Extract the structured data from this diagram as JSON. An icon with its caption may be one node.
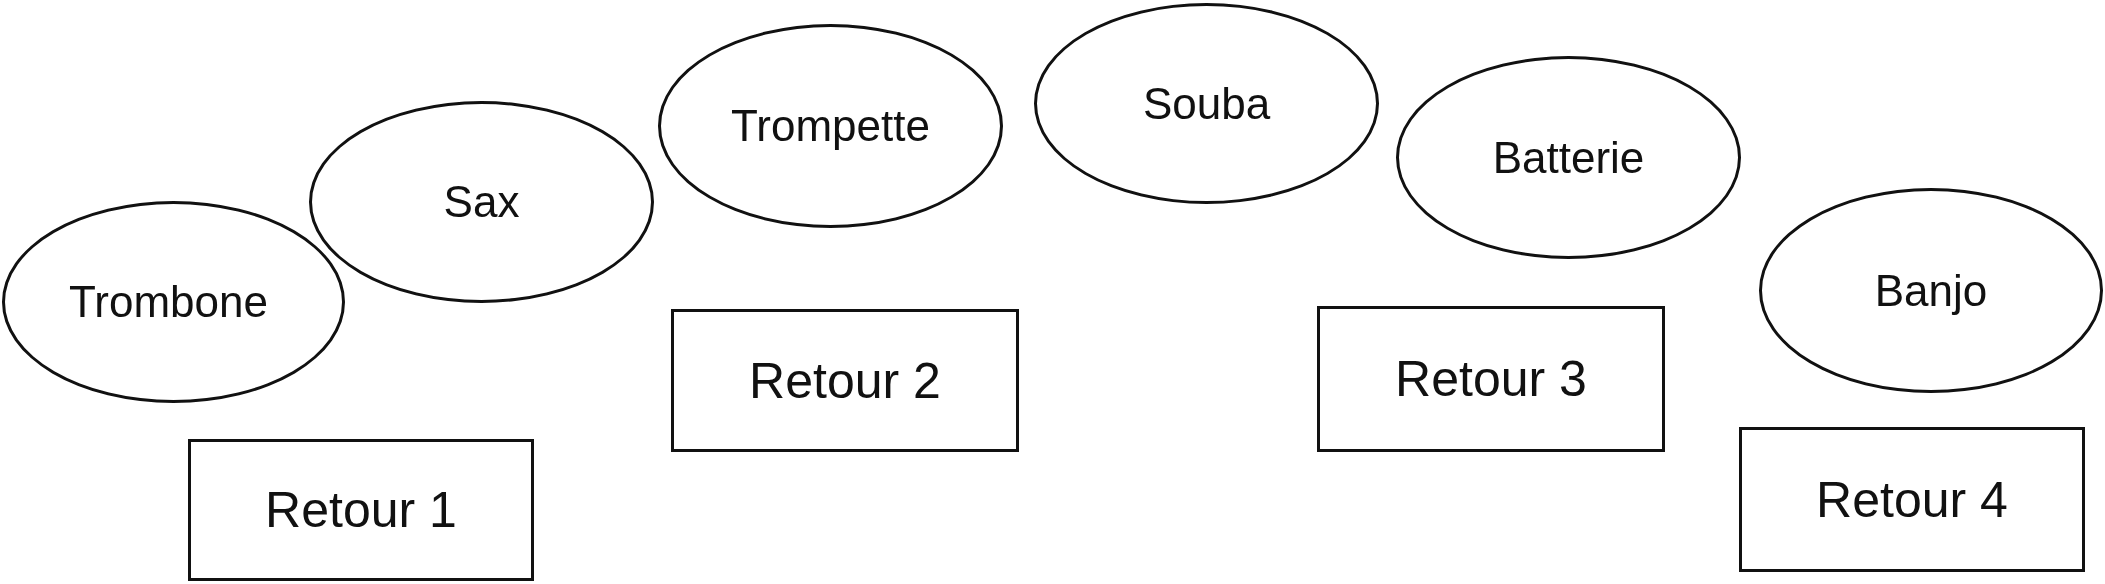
{
  "diagram": {
    "nodes": [
      {
        "text": [
          "Trombone"
        ]
      },
      {
        "text": [
          "Sax"
        ]
      },
      {
        "text": [
          "Trompette"
        ]
      },
      {
        "text": [
          "Souba"
        ]
      },
      {
        "text": [
          "Batterie"
        ]
      },
      {
        "text": [
          "Banjo"
        ]
      },
      {
        "text": [
          "Retour 1"
        ]
      },
      {
        "text": [
          "Retour 2"
        ]
      },
      {
        "text": [
          "Retour 3"
        ]
      },
      {
        "text": [
          "Retour 4"
        ]
      }
    ],
    "edges": []
  }
}
